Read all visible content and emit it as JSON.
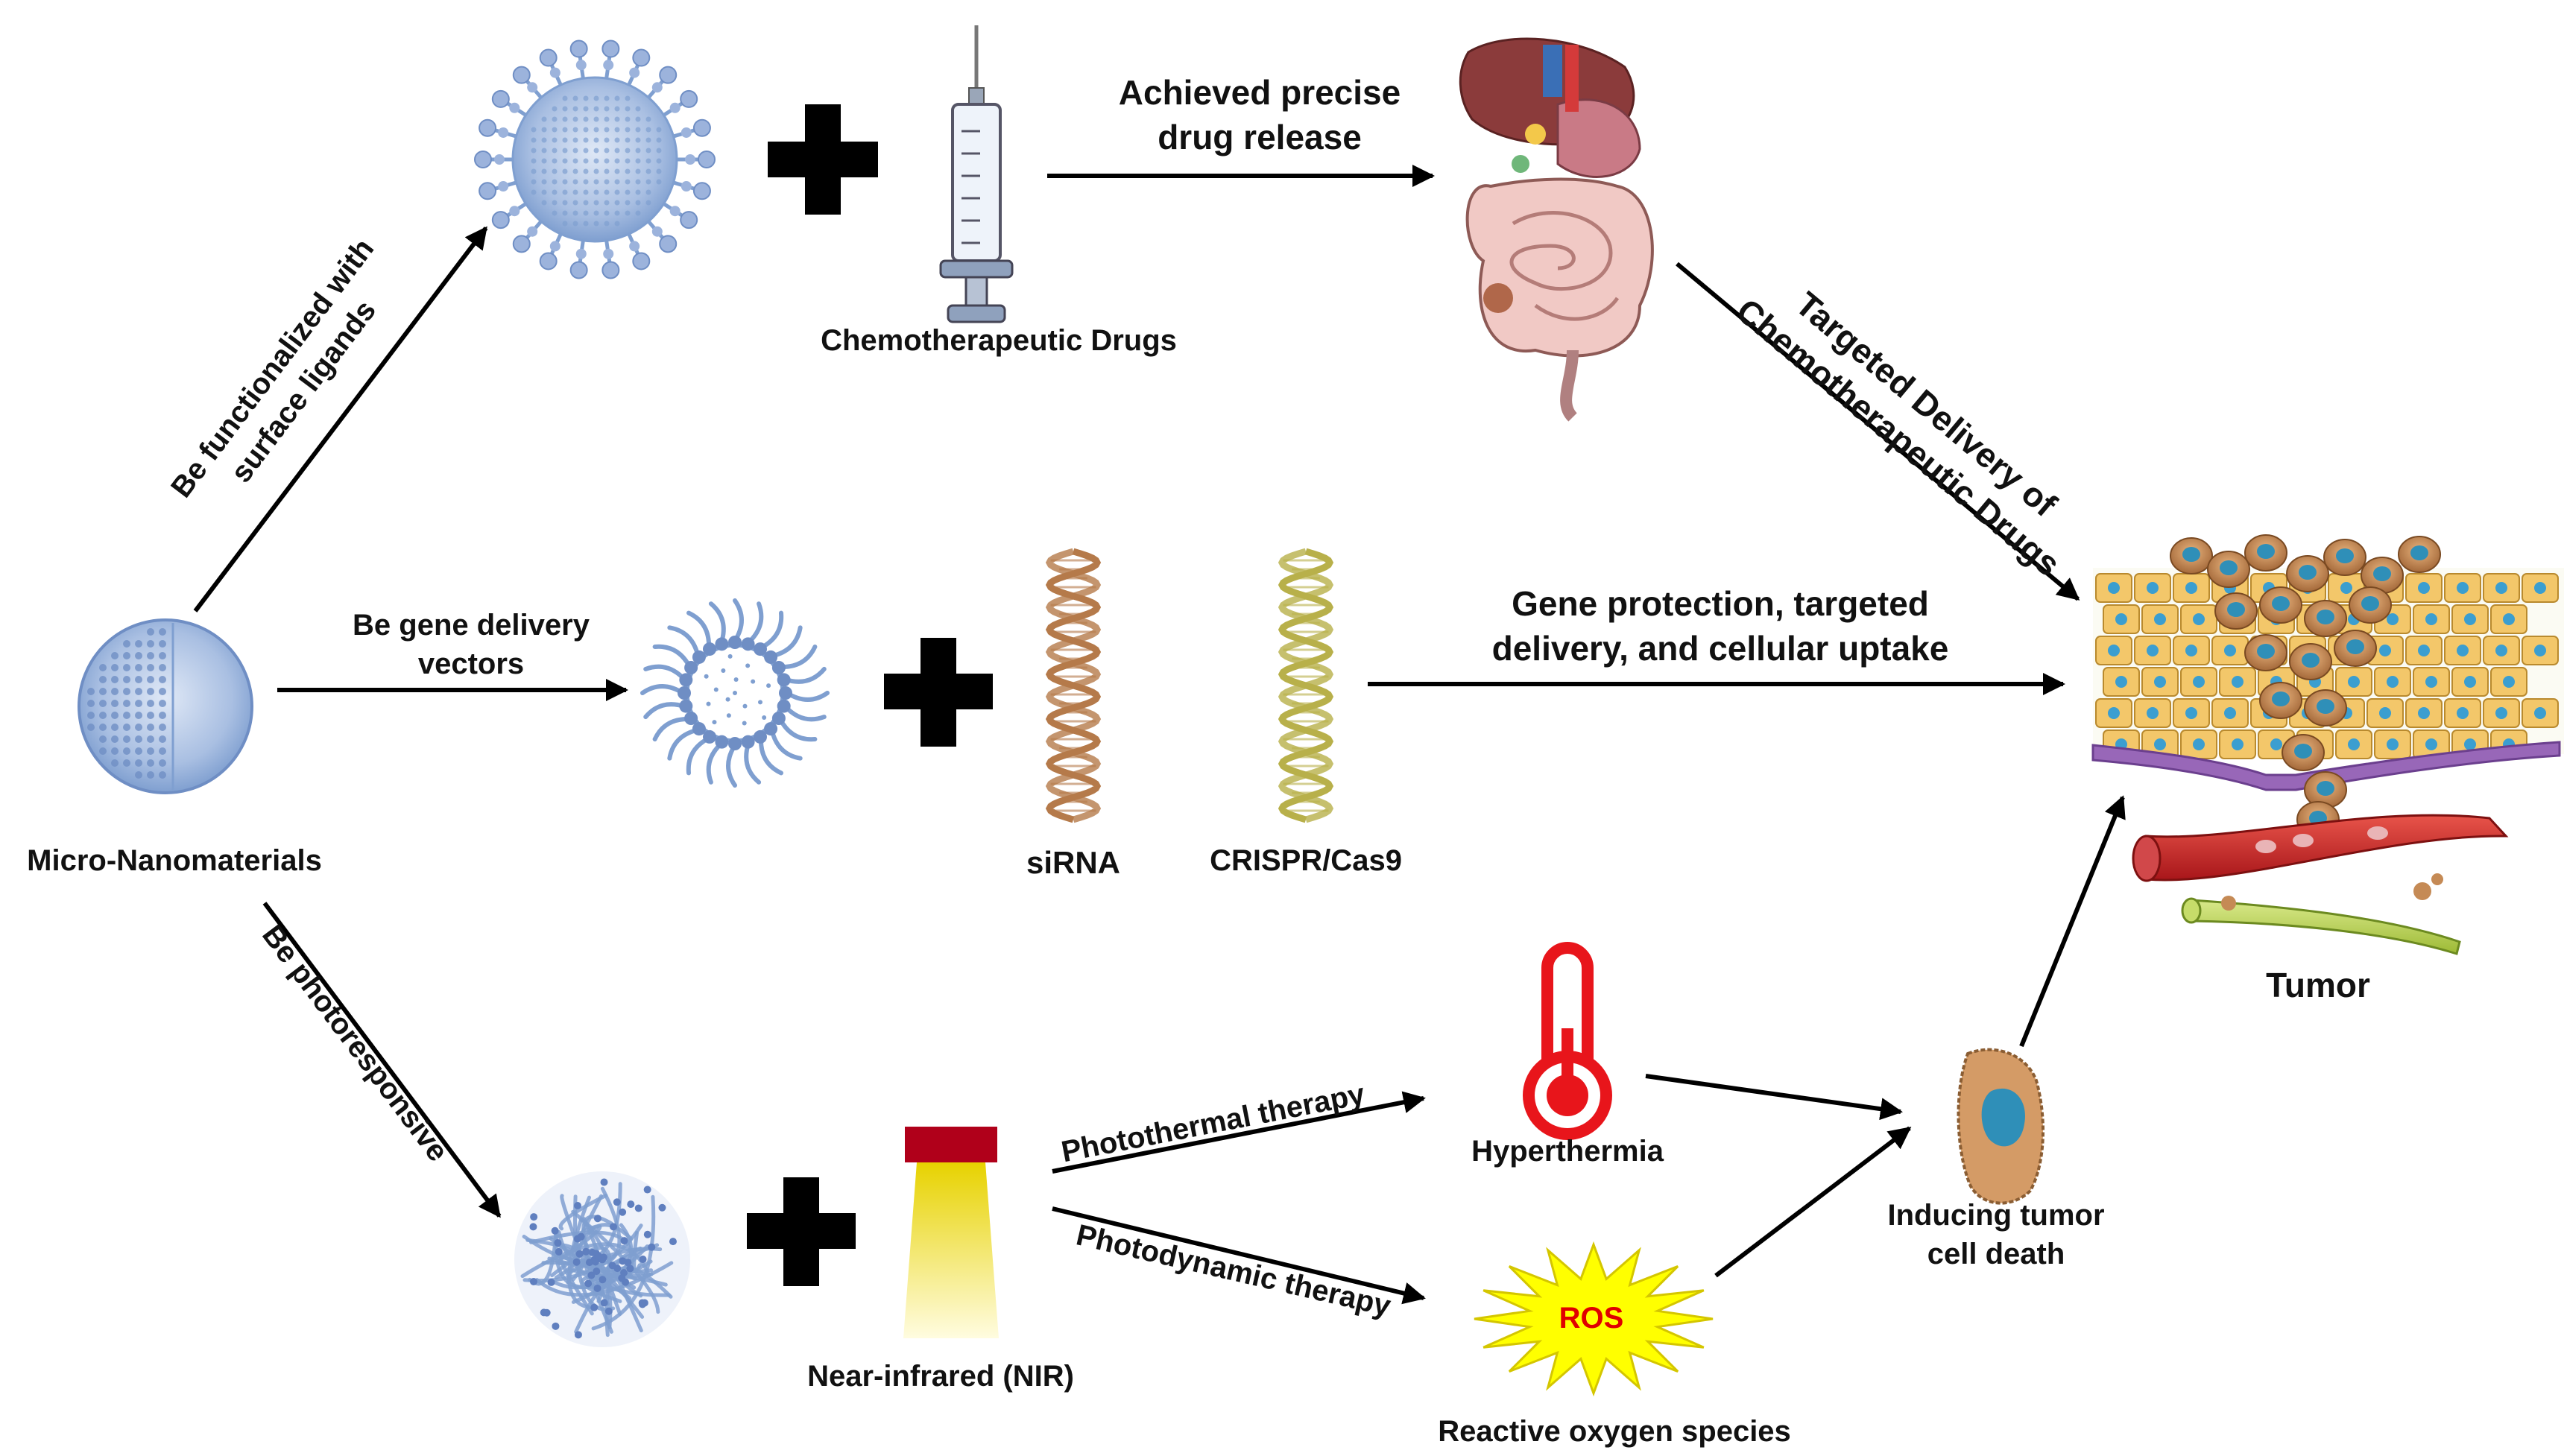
{
  "nodes": {
    "micro_nanomaterials": "Micro-Nanomaterials",
    "chemo_drugs": "Chemotherapeutic Drugs",
    "sirna": "siRNA",
    "crispr": "CRISPR/Cas9",
    "nir": "Near-infrared (NIR)",
    "hyperthermia": "Hyperthermia",
    "ros": "ROS",
    "ros_caption": "Reactive oxygen species",
    "tumor": "Tumor",
    "cell_death_line1": "Inducing tumor",
    "cell_death_line2": "cell death"
  },
  "edges": {
    "functionalized_line1": "Be functionalized with",
    "functionalized_line2": "surface ligands",
    "gene_vectors_line1": "Be gene delivery",
    "gene_vectors_line2": "vectors",
    "photoresponsive": "Be photoresponsive",
    "precise_release_line1": "Achieved precise",
    "precise_release_line2": "drug release",
    "targeted_delivery_line1": "Targeted Delivery of",
    "targeted_delivery_line2": "Chemotherapeutic Drugs",
    "gene_protection_line1": "Gene protection, targeted",
    "gene_protection_line2": "delivery, and cellular uptake",
    "photothermal": "Photothermal therapy",
    "photodynamic": "Photodynamic therapy"
  },
  "colors": {
    "nanoparticle_blue": "#7f9fd0",
    "sirna_strand": "#b57a4a",
    "crispr_strand": "#b8b04a",
    "thermometer_red": "#e8151b",
    "nir_cap": "#b0001a",
    "nir_beam_top": "#e7d200",
    "ros_burst": "#ffff00",
    "tumor_cell": "#f3c76a",
    "cancer_cell": "#c58a55",
    "nucleus": "#2f8fb8"
  }
}
